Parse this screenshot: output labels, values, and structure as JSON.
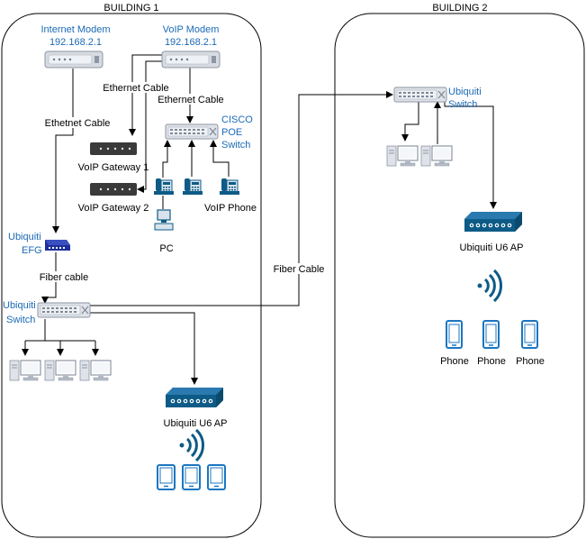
{
  "buildings": {
    "b1_title": "BUILDING 1",
    "b2_title": "BUILDING 2"
  },
  "devices": {
    "internet_modem": {
      "name": "Internet Modem",
      "ip": "192.168.2.1"
    },
    "voip_modem": {
      "name": "VoIP Modem",
      "ip": "192.168.2.1"
    },
    "voip_gateway_1": "VoIP Gateway 1",
    "voip_gateway_2": "VoIP Gateway 2",
    "cisco_switch": [
      "CISCO",
      "POE",
      "Switch"
    ],
    "voip_phone": "VoIP Phone",
    "pc": "PC",
    "efg": [
      "Ubiquiti",
      "EFG"
    ],
    "b1_switch": [
      "Ubiquiti",
      "Switch"
    ],
    "b1_ap": "Ubiquiti U6 AP",
    "b2_switch": [
      "Ubiquiti",
      "Switch"
    ],
    "b2_ap": "Ubiquiti U6 AP",
    "phones": [
      "Phone",
      "Phone",
      "Phone"
    ]
  },
  "connections": {
    "ethernet_cable_1": "Ethernet Cable",
    "ethernet_cable_2": "Ethernet Cable",
    "ethetnet_cable": "Ethetnet Cable",
    "fiber_cable_1": "Fiber cable",
    "fiber_cable_2": "Fiber Cable"
  },
  "colors": {
    "device_blue": "#0d5b86",
    "label_blue": "#1b6ab6",
    "gray_device": "#c9ced6",
    "dark_gateway": "#3a3a3a",
    "phone_blue": "#1b76c0"
  }
}
